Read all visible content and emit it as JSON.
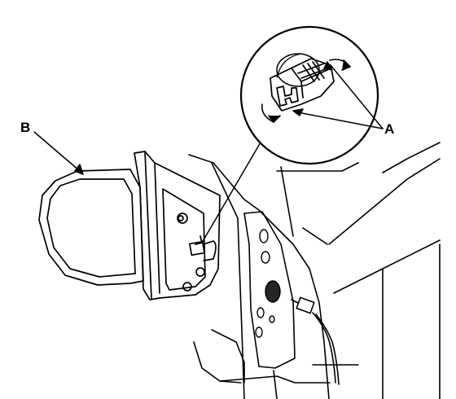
{
  "callouts": {
    "a": "A",
    "b": "B"
  },
  "figure": {
    "components": [
      "outside-mirror",
      "mirror-connector",
      "door-panel",
      "door-harness-connector",
      "zoom-detail"
    ]
  }
}
